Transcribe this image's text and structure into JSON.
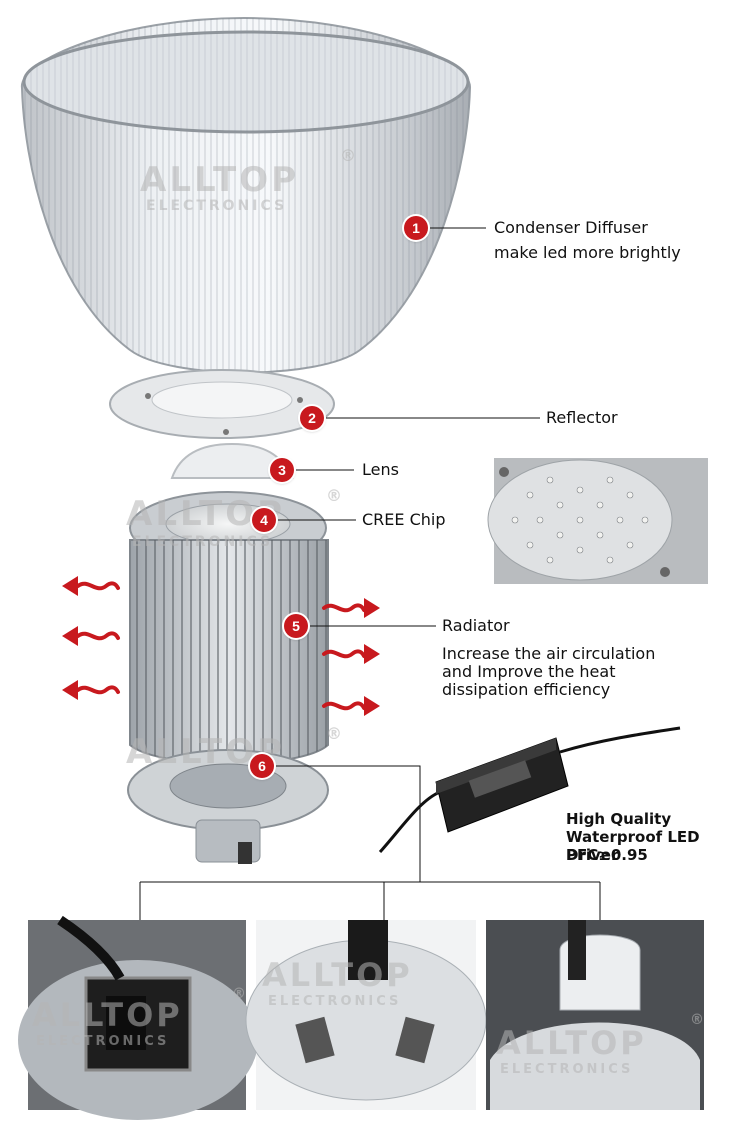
{
  "callouts": [
    {
      "num": "1",
      "lines": [
        "Condenser Diffuser",
        "make led more brightly"
      ]
    },
    {
      "num": "2",
      "lines": [
        "Reflector"
      ]
    },
    {
      "num": "3",
      "lines": [
        "Lens"
      ]
    },
    {
      "num": "4",
      "lines": [
        "CREE Chip"
      ]
    },
    {
      "num": "5",
      "lines": [
        "Radiator"
      ]
    },
    {
      "num": "6",
      "lines": []
    }
  ],
  "radiator_note": [
    "Increase the air circulation",
    "and Improve the heat",
    "dissipation efficiency"
  ],
  "driver_note": [
    "High Quality",
    "Waterproof LED Driver",
    "PFC≥0.95"
  ],
  "watermark": {
    "brand": "ALLTOP",
    "sub": "ELECTRONICS",
    "reg": "®"
  },
  "colors": {
    "badge": "#c8191e",
    "heat_arrow": "#c8191e"
  }
}
